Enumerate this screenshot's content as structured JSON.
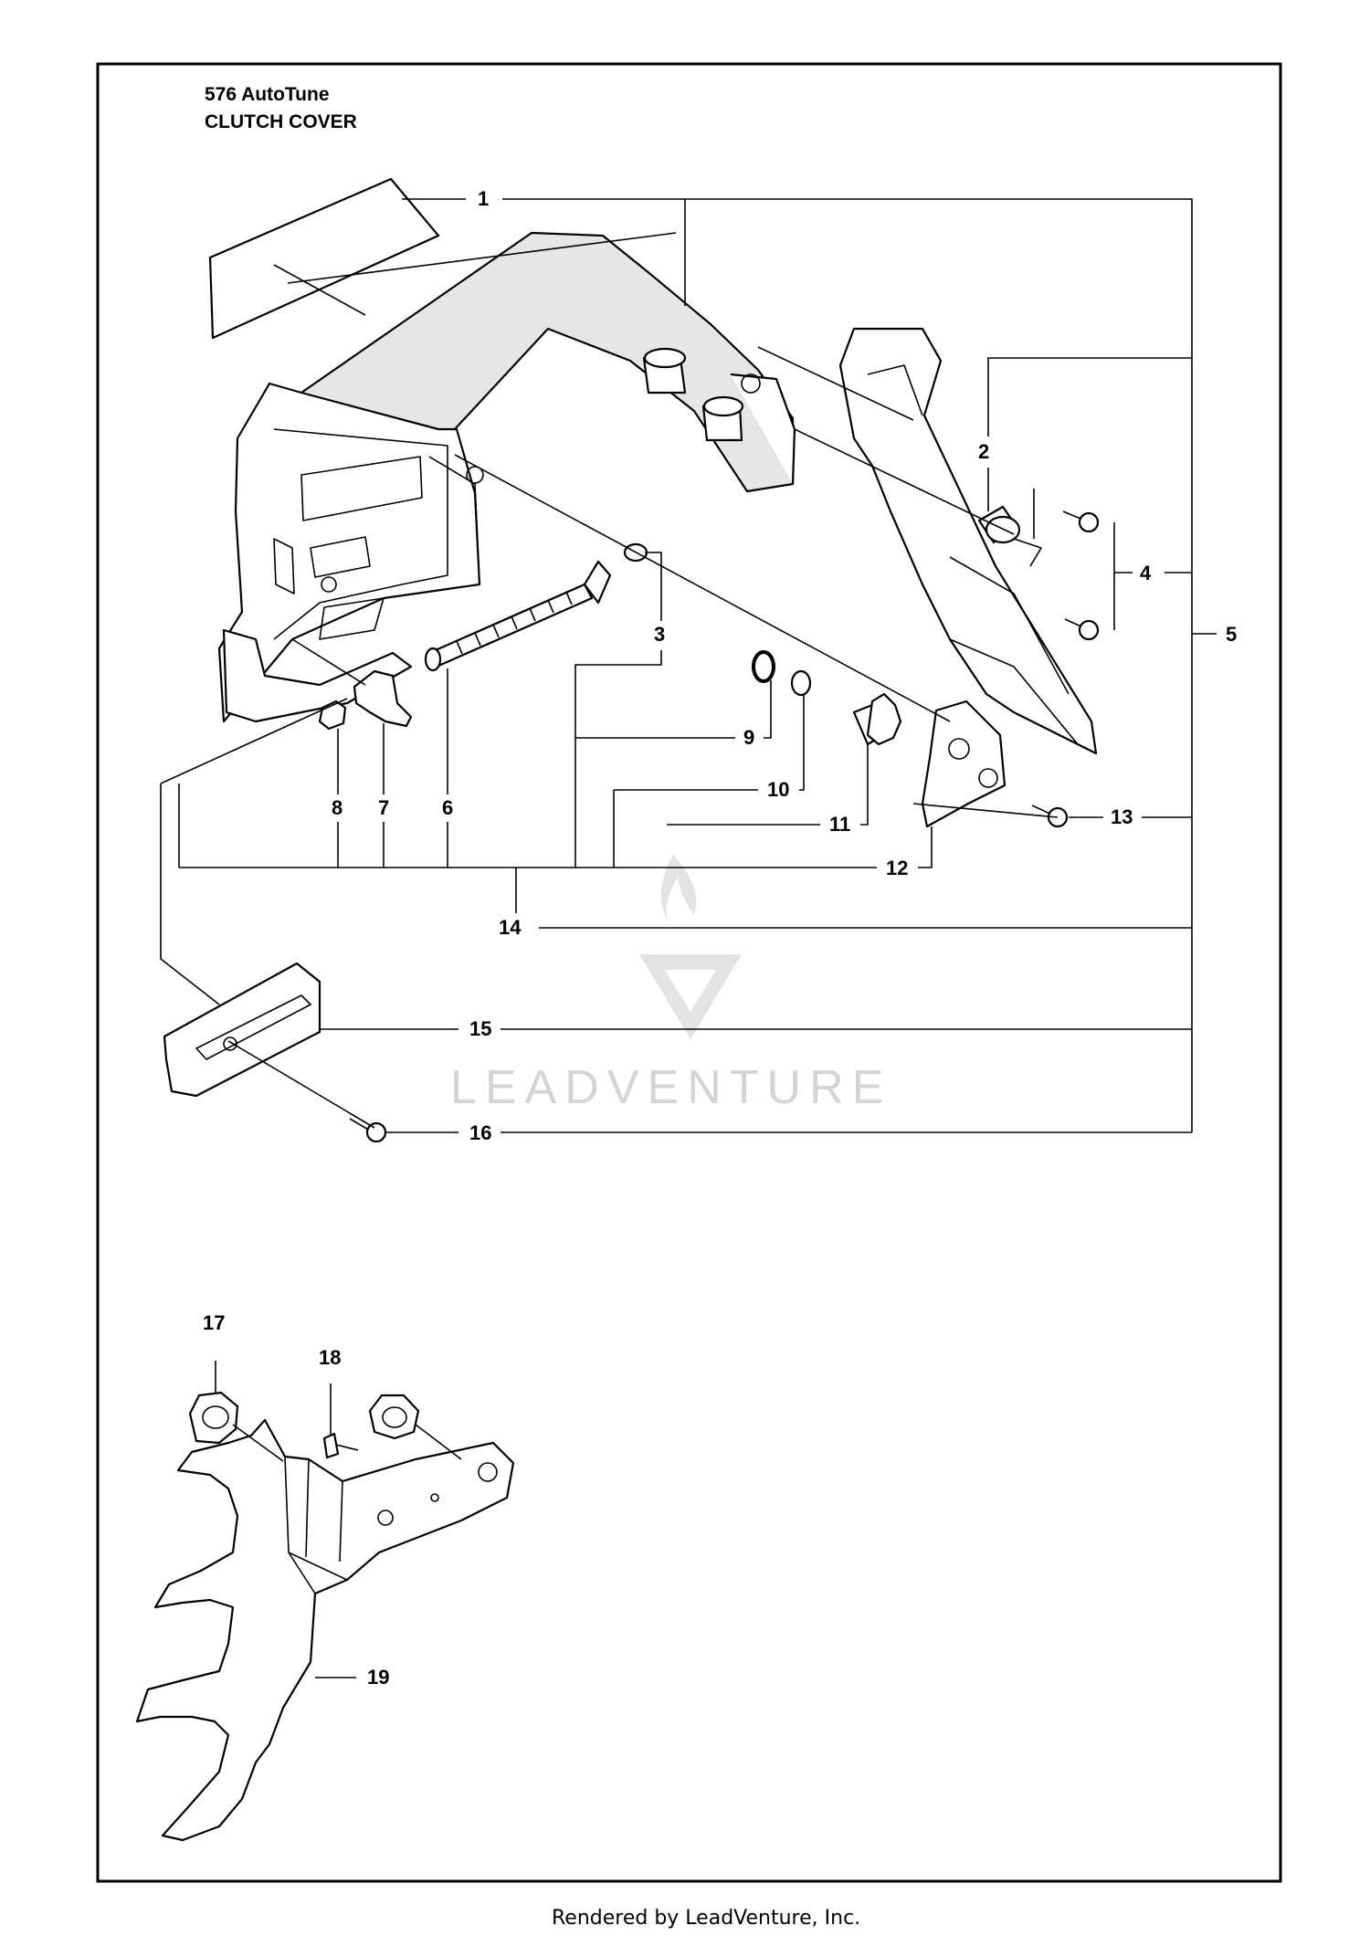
{
  "title": {
    "model": "576 AutoTune",
    "section": "CLUTCH COVER"
  },
  "callouts": [
    "1",
    "2",
    "3",
    "4",
    "5",
    "6",
    "7",
    "8",
    "9",
    "10",
    "11",
    "12",
    "13",
    "14",
    "15",
    "16",
    "17",
    "18",
    "19"
  ],
  "watermark": {
    "text": "LEADVENTURE"
  },
  "footer": {
    "text": "Rendered by LeadVenture, Inc."
  },
  "colors": {
    "line": "#000000",
    "watermark": "#d4d4d4",
    "background": "#ffffff"
  }
}
